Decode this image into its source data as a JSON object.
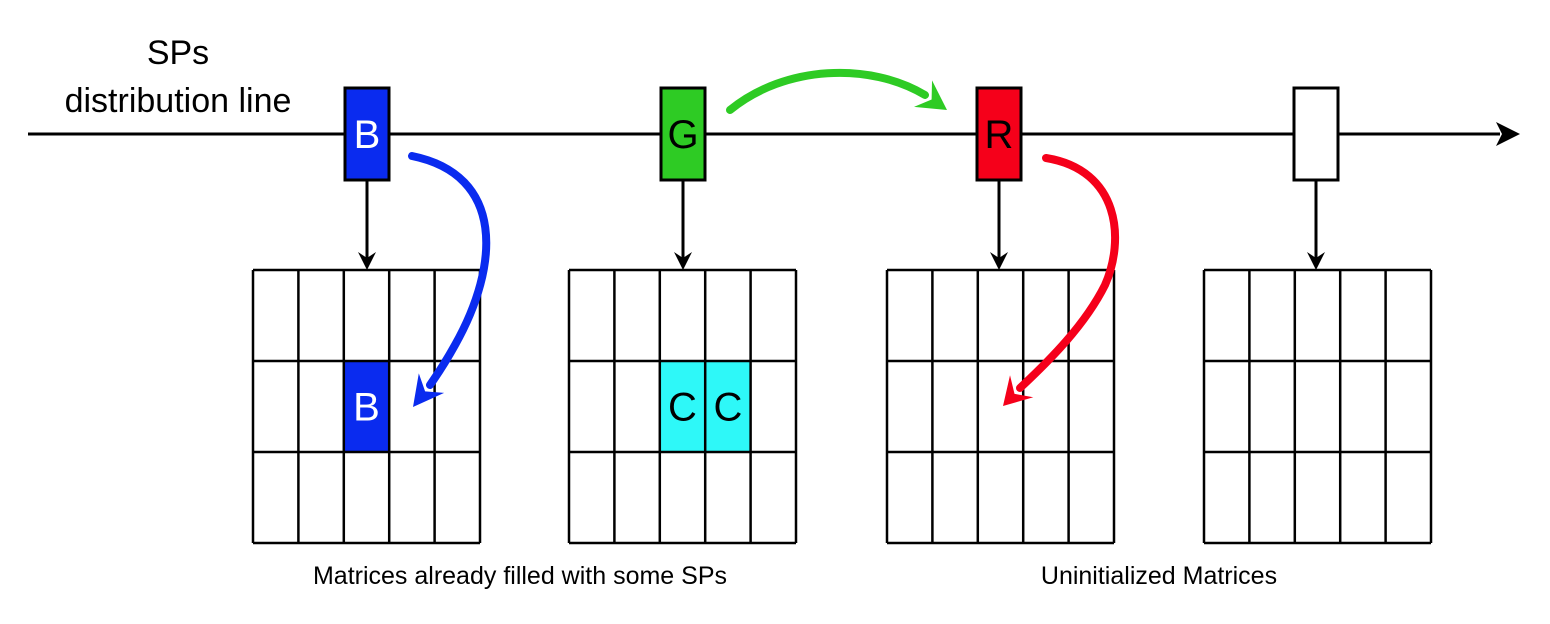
{
  "line_label": [
    "SPs",
    "distribution line"
  ],
  "colors": {
    "blue": "#0a2bef",
    "green": "#2ecb24",
    "red": "#f5001a",
    "cyan": "#2ef8f8",
    "black": "#000000",
    "white": "#ffffff"
  },
  "markers": [
    {
      "letter": "B",
      "color": "blue",
      "text_color": "white"
    },
    {
      "letter": "G",
      "color": "green",
      "text_color": "black"
    },
    {
      "letter": "R",
      "color": "red",
      "text_color": "black"
    },
    {
      "letter": "",
      "color": "white",
      "text_color": "black"
    }
  ],
  "matrices": [
    {
      "rows": 3,
      "cols": 5,
      "filled": [
        {
          "row": 1,
          "col": 2,
          "letter": "B",
          "color": "blue",
          "text_color": "white"
        }
      ]
    },
    {
      "rows": 3,
      "cols": 5,
      "filled": [
        {
          "row": 1,
          "col": 2,
          "letter": "C",
          "color": "cyan",
          "text_color": "black"
        },
        {
          "row": 1,
          "col": 3,
          "letter": "C",
          "color": "cyan",
          "text_color": "black"
        }
      ]
    },
    {
      "rows": 3,
      "cols": 5,
      "filled": []
    },
    {
      "rows": 3,
      "cols": 5,
      "filled": []
    }
  ],
  "captions": {
    "filled": "Matrices already filled with some SPs",
    "uninitialized": "Uninitialized Matrices"
  },
  "curved_arrows": [
    {
      "name": "blue-curved-arrow",
      "color": "blue"
    },
    {
      "name": "green-curved-arrow",
      "color": "green"
    },
    {
      "name": "red-curved-arrow",
      "color": "red"
    }
  ]
}
